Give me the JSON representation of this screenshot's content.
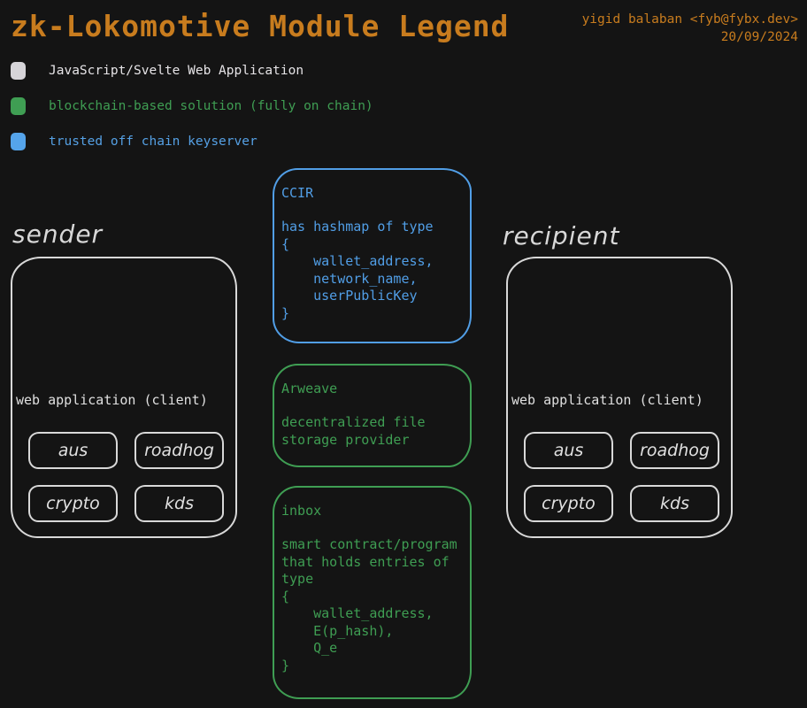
{
  "header": {
    "title": "zk-Lokomotive Module Legend",
    "author": "yigid balaban <fyb@fybx.dev>",
    "date": "20/09/2024",
    "accent_color": "#c87c1e"
  },
  "legend": {
    "items": [
      {
        "label": "JavaScript/Svelte Web Application",
        "color": "#d6d4d8"
      },
      {
        "label": "blockchain-based solution (fully on chain)",
        "color": "#3f9e53"
      },
      {
        "label": "trusted off chain keyserver",
        "color": "#55a4ea"
      }
    ]
  },
  "colors": {
    "background": "#141414",
    "webapp": "#d6d4d8",
    "blockchain": "#3f9e53",
    "keyserver": "#55a4ea"
  },
  "nodes": {
    "sender": {
      "label": "sender",
      "inner_label": "web application (client)",
      "modules": [
        "aus",
        "roadhog",
        "crypto",
        "kds"
      ]
    },
    "recipient": {
      "label": "recipient",
      "inner_label": "web application (client)",
      "modules": [
        "aus",
        "roadhog",
        "crypto",
        "kds"
      ]
    },
    "ccir": {
      "title": "CCIR",
      "body": "has hashmap of type\n{\n    wallet_address,\n    network_name,\n    userPublicKey\n}"
    },
    "arweave": {
      "title": "Arweave",
      "body": "decentralized file\nstorage provider"
    },
    "inbox": {
      "title": "inbox",
      "body": "smart contract/program\nthat holds entries of\ntype\n{\n    wallet_address,\n    E(p_hash),\n    Q_e\n}"
    }
  }
}
